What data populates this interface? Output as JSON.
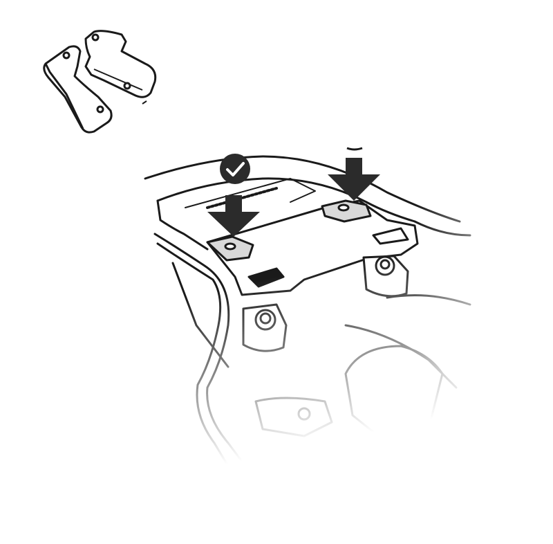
{
  "diagram": {
    "elements": [
      {
        "name": "mounting-brackets-pair",
        "icon": "bracket-parts-icon"
      },
      {
        "name": "rear-rack",
        "icon": "luggage-rack-icon"
      },
      {
        "name": "mounting-plate",
        "icon": "plate-icon"
      },
      {
        "name": "arrow-left",
        "icon": "arrow-down-icon"
      },
      {
        "name": "arrow-right",
        "icon": "arrow-down-icon"
      },
      {
        "name": "check-badge",
        "icon": "checkmark-icon"
      }
    ],
    "colors": {
      "line": "#1a1a1a",
      "arrow": "#2b2b2b",
      "fade": "#ffffff",
      "plate_fill": "#d9d9d9"
    }
  }
}
